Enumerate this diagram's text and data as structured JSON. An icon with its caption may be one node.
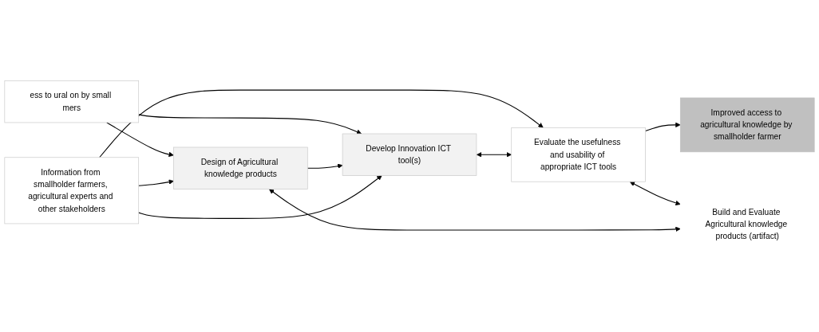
{
  "diagram": {
    "nodes": [
      {
        "text": [
          "ess to ural on by small mers"
        ]
      },
      {
        "text": [
          "Develop Innovation ICT tool(s)"
        ]
      },
      {
        "text": [
          "Design of Agricultural knowledge products"
        ]
      },
      {
        "text": [
          "Information from smallholder farmers, agricultural experts and other stakeholders"
        ]
      },
      {
        "text": [
          "Evaluate the usefulness and usability of appropriate ICT tools"
        ]
      },
      {
        "text": [
          "Improved access to agricultural knowledge by smallholder farmer"
        ]
      },
      {
        "text": [
          "Build and Evaluate Agricultural knowledge products (artifact)"
        ]
      }
    ],
    "edges": [
      {
        "from": 0,
        "to": 1,
        "arrow": "to"
      },
      {
        "from": 0,
        "to": 2,
        "arrow": "to"
      },
      {
        "from": 2,
        "to": 1,
        "arrow": "to"
      },
      {
        "from": 3,
        "to": 1,
        "arrow": "to"
      },
      {
        "from": 3,
        "to": 2,
        "arrow": "to"
      },
      {
        "from": 3,
        "to": 4,
        "arrow": "to"
      },
      {
        "from": 4,
        "to": 5,
        "arrow": "to"
      },
      {
        "from": 1,
        "to": 4,
        "arrow": "both"
      },
      {
        "from": 4,
        "to": 6,
        "arrow": "both"
      },
      {
        "from": 2,
        "to": 6,
        "arrow": "both"
      }
    ]
  }
}
